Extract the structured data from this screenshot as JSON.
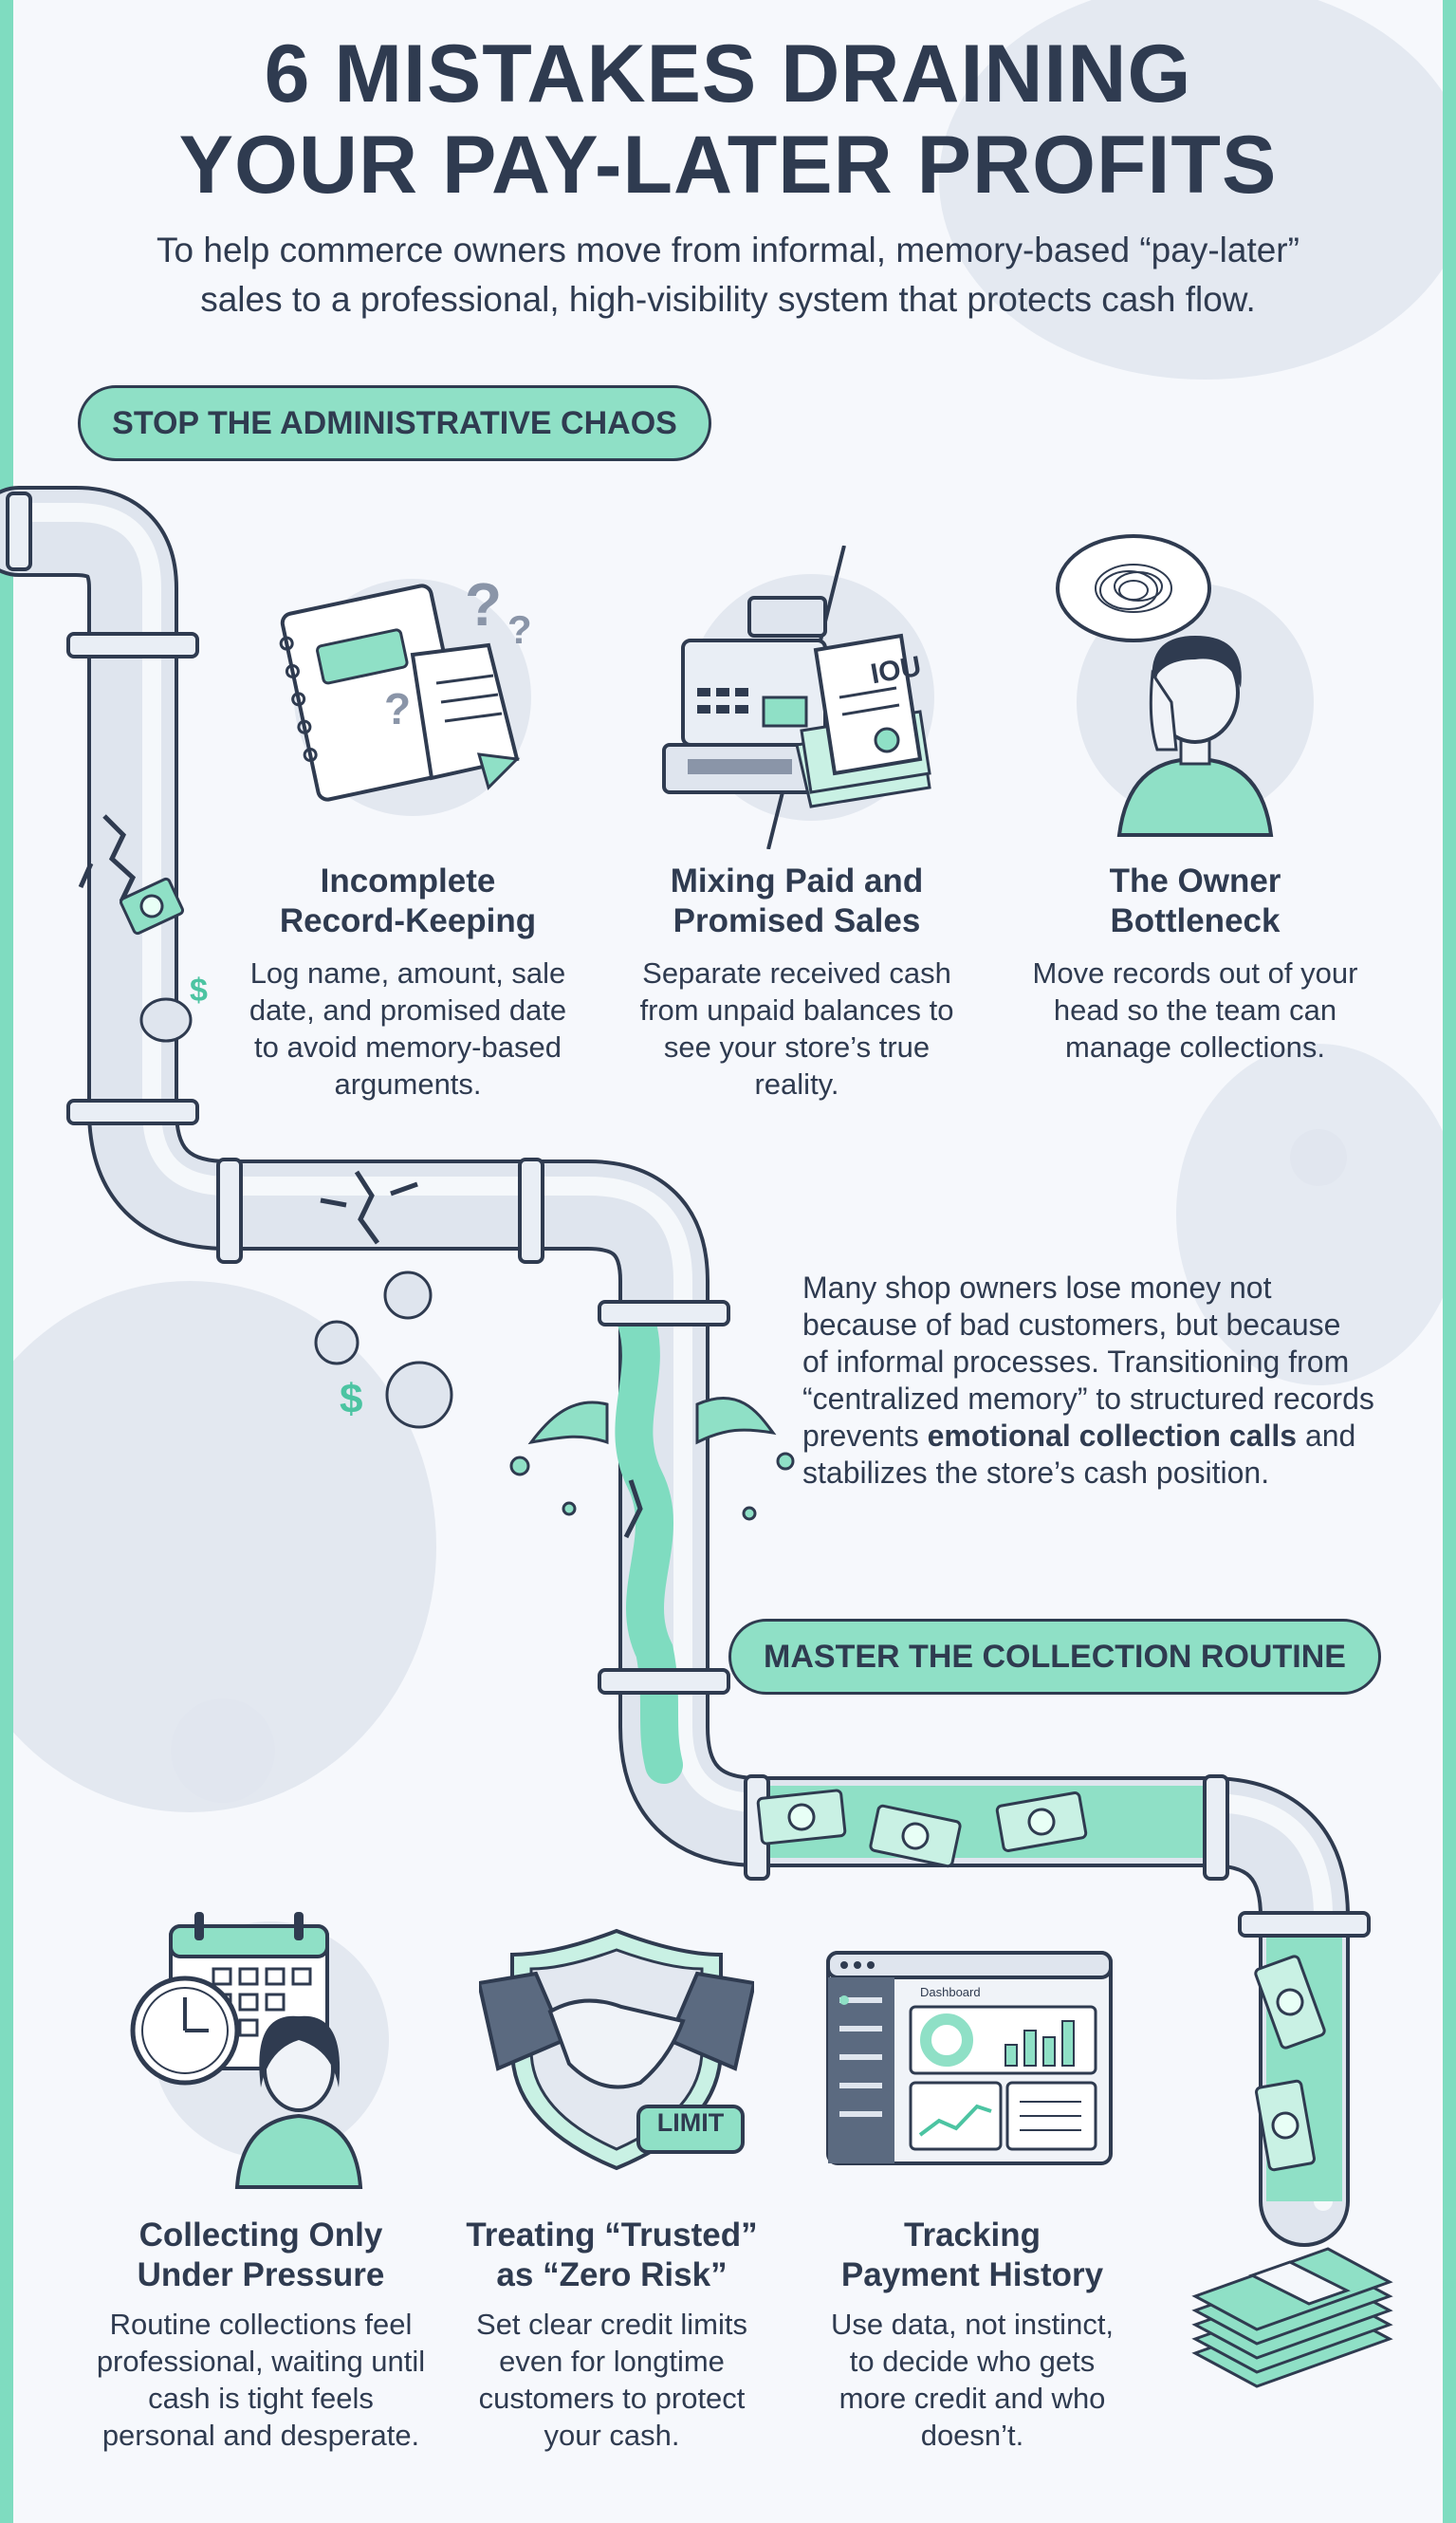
{
  "header": {
    "title_line1": "6 MISTAKES DRAINING",
    "title_line2": "YOUR PAY-LATER PROFITS",
    "subtitle_line1": "To help commerce owners move from informal, memory-based “pay-later”",
    "subtitle_line2": "sales to a professional, high-visibility system that protects cash flow."
  },
  "sections": {
    "admin": "STOP THE ADMINISTRATIVE CHAOS",
    "collection": "MASTER THE COLLECTION ROUTINE"
  },
  "mistakes_top": [
    {
      "title_1": "Incomplete",
      "title_2": "Record-Keeping",
      "text": [
        "Log name, amount, sale",
        "date, and promised date",
        "to avoid memory-based",
        "arguments."
      ]
    },
    {
      "title_1": "Mixing Paid and",
      "title_2": "Promised Sales",
      "text": [
        "Separate received cash",
        "from unpaid balances to",
        "see your store’s true",
        "reality."
      ]
    },
    {
      "title_1": "The Owner",
      "title_2": "Bottleneck",
      "text": [
        "Move records out of your",
        "head so the team can",
        "manage collections."
      ]
    }
  ],
  "mistakes_bottom": [
    {
      "title_1": "Collecting Only",
      "title_2": "Under Pressure",
      "text": [
        "Routine collections feel",
        "professional, waiting until",
        "cash is tight feels",
        "personal and desperate."
      ]
    },
    {
      "title_1": "Treating “Trusted”",
      "title_2": "as “Zero Risk”",
      "text": [
        "Set clear credit limits",
        "even for longtime",
        "customers to protect",
        "your cash."
      ]
    },
    {
      "title_1": "Tracking",
      "title_2": "Payment History",
      "text": [
        "Use data, not instinct,",
        "to decide who gets",
        "more credit and who",
        "doesn’t."
      ]
    }
  ],
  "paragraph": {
    "l1": "Many shop owners lose money not",
    "l2": "because of bad customers, but because",
    "l3": "of informal processes. Transitioning from",
    "l4": "“centralized memory” to structured records",
    "l5a": "prevents ",
    "l5b": "emotional collection calls",
    "l5c": " and",
    "l6": "stabilizes the store’s cash position."
  },
  "illustrations": {
    "iou": "IOU",
    "limit": "LIMIT",
    "dashboard": "Dashboard",
    "question": "?",
    "dollar": "$"
  },
  "colors": {
    "ink": "#2f3b50",
    "teal": "#7fdcc0",
    "pipe": "#dfe5ee"
  }
}
